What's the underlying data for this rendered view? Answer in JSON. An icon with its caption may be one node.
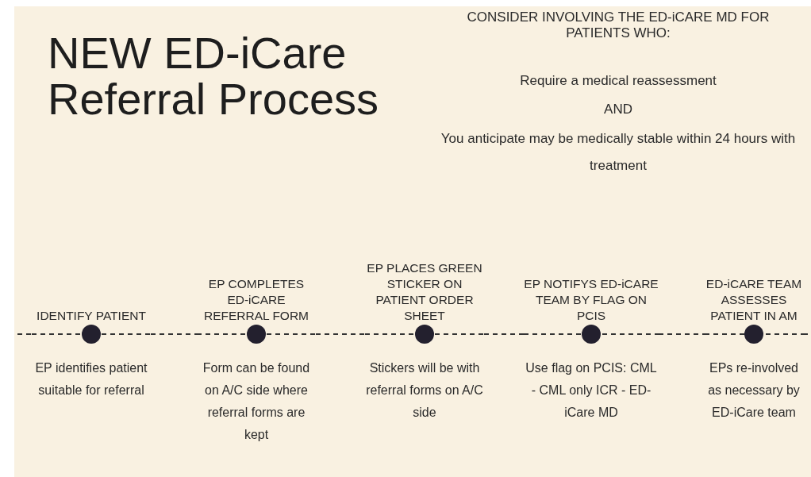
{
  "diagram": {
    "title": "NEW ED-iCare Referral Process",
    "nodes": [
      {
        "text": [
          "IDENTIFY PATIENT",
          "EP identifies patient suitable for referral"
        ]
      },
      {
        "text": [
          "EP COMPLETES ED-iCARE REFERRAL FORM",
          "Form can be found on A/C side where referral forms are kept"
        ]
      },
      {
        "text": [
          "EP PLACES GREEN STICKER ON PATIENT ORDER SHEET",
          "Stickers will be with referral forms on A/C side"
        ]
      },
      {
        "text": [
          "EP NOTIFYS ED-iCARE TEAM BY FLAG ON PCIS",
          "Use flag on PCIS: CML - CML only ICR - ED-iCare MD"
        ]
      },
      {
        "text": [
          "ED-iCARE TEAM ASSESSES PATIENT IN AM",
          "EPs re-involved as necessary by ED-iCare team"
        ]
      }
    ],
    "edges": [
      {
        "from": null,
        "to": 0,
        "arrow": "none",
        "style": "dashed"
      },
      {
        "from": 0,
        "to": 1,
        "arrow": "none",
        "style": "dashed"
      },
      {
        "from": 1,
        "to": 2,
        "arrow": "none",
        "style": "dashed"
      },
      {
        "from": 2,
        "to": 3,
        "arrow": "none",
        "style": "dashed"
      },
      {
        "from": 3,
        "to": 4,
        "arrow": "none",
        "style": "dashed"
      },
      {
        "from": 4,
        "to": null,
        "arrow": "none",
        "style": "dashed"
      }
    ],
    "labels": [
      "CONSIDER INVOLVING THE ED-iCARE MD FOR PATIENTS WHO:",
      "Require a medical reassessment",
      "AND",
      "You anticipate may be medically stable within 24 hours with treatment"
    ]
  }
}
